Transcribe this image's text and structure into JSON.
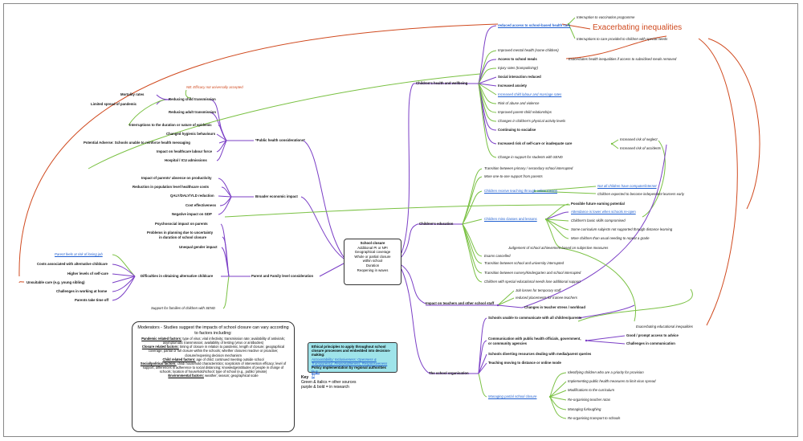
{
  "center": {
    "title": "School closure",
    "lines": [
      "Additional PI or NPI",
      "Geographical coverage",
      "Whole or partial closure",
      "within school",
      "Duration",
      "Reopening in waves"
    ]
  },
  "headline": "Exacerbating inequalities",
  "branches": {
    "public_health": "*Public health considerations*",
    "economic": "Broader economic impact",
    "parent_family": "Parent and Family level consideration",
    "health_wellbeing": "Children's health and wellbeing",
    "education": "Children's education",
    "teachers": "Impact on teachers and other school staff",
    "organisation": "The school organisation"
  },
  "public_health_nodes": {
    "na_efficacy": "NB: Efficacy not universally accepted",
    "reducing_child": "Reducing child transmission",
    "reducing_adult": "Reducing adult transmission",
    "mortality": "Mortality rates",
    "limited_spread": "Limited spread of pandemic",
    "interruptions": "Interruptions to the duration or nature of epidemic",
    "hygienic": "Changed hygienic behaviours",
    "potential_adverse": "Potential Adverse: Schools unable to reinforce health messaging",
    "labour_force": "Impact on healthcare labour force",
    "hospital": "Hospital / ICU admissions"
  },
  "economic_nodes": [
    "Impact of parents' absence on productivity",
    "Reduction in population level healthcare costs",
    "QALY/DALY/YLD reduction",
    "Cost effectiveness",
    "Negative impact on GDP"
  ],
  "parent_nodes": {
    "psychosocial": "Psychosocial impact on parents",
    "problems_planning_1": "Problems in planning due to uncertainty",
    "problems_planning_2": "in duration of school closure",
    "gender": "Unequal gender impact",
    "difficulties": "Difficulties in obtaining alternative childcare",
    "support_send": "Support for families of children with SEND"
  },
  "childcare_nodes": {
    "leaving_job": "Parent feels at risk of losing job",
    "costs": "Costs associated with alternative childcare",
    "self_care": "Higher levels of self-care",
    "unsuitable": "Unsuitable care (e.g. young sibling)",
    "challenges": "Challenges in working at home",
    "time_off": "Parents take time off"
  },
  "health_nodes": {
    "reduced_access": "reduced access to school-based health care",
    "vaccination": "Interruption to vaccination programme",
    "special_needs": "Interruptions to care provided to children with special needs",
    "mental_health": "Improved mental health  (some children)",
    "school_meals": "Access to school meals",
    "meals_note": "Exacerbates health inequalities if access to subsidised meals removed",
    "injury": "Injury rates (trampolining!)",
    "social": "Social interaction reduced",
    "anxiety": "Increased anxiety",
    "screen": "Increased child labour and marriage rates",
    "abuse": "Risk of abuse and violence",
    "relationships": "Improved parent-child relationships",
    "activity": "Changes in children's physical activity levels",
    "socialise": "Continuing to socialise",
    "self_care": "Increased risk of self-care or inadequate care",
    "neglect": "Increased risk of neglect",
    "accidents": "Increased risk of accidents",
    "send_support": "Change in support for students with SEND"
  },
  "education_nodes": {
    "transition_primary": "Transition between primary / secondary school interrupted",
    "one_to_one": "More one-to-one support from parents",
    "online": "Children receive teaching through online means",
    "no_computer": "Not all children have computer/internet",
    "independent": "Children expected to become independent learners early",
    "future_earning": "Possible future earning potential",
    "miss_classes": "Children miss classes and lessons",
    "attendance": "Attendance is lower when schools re-open",
    "basic_skills": "Children's basic skills compromised",
    "curriculum": "Some curriculum subjects not supported through distance learning",
    "repeat": "More children than usual needing to repeat a grade",
    "judgement": "Judgement of school achievement  based on subjective measures",
    "exams": "Exams cancelled",
    "transition_uni": "Transition between school and university interrupted",
    "transition_nursery": "Transition between nursery/kindergarten and school interrupted",
    "send_additional": "Children with special educational needs lose additional support"
  },
  "teacher_nodes": {
    "job_losses": "Job losses for temporary staff",
    "placements": "reduced placements for trainee teachers",
    "stress": "Changes in teacher stress / workload"
  },
  "org_nodes": {
    "unable_communicate": "Schools unable to communicate with all children/parents",
    "exacerbating_edu": "Exacerbating educational inequalities",
    "communication_1": "Communication with public health officials, government,",
    "communication_2": "or community agencies",
    "good_prompt": "Good / prompt access to advice",
    "challenges_comm": "Challenges in communication",
    "diverting": "Schools diverting resources dealing with media/parent queries",
    "teaching_distance": "Teaching moving to distance or online mode",
    "managing": "Managing partial school closure",
    "identifying": "Identifying children who are a priority for provision",
    "implementing": "Implementing public health measures to limit virus spread",
    "modifications": "Modifications to the curriculum",
    "reorganising": "Re-organising teacher rotas",
    "furloughing": "Managing furloughing",
    "transport": "Re-organising transport to schools"
  },
  "moderators": {
    "heading": "Moderators - Studies suggest the impacts of school closure can vary according to factors including:",
    "items": [
      {
        "label": "Pandemic related factors:",
        "text": "type of virus; viral infectivity; transmission rate; availability of antivirals; asymptomatic transmission; availability of testing (virus or antibodies)"
      },
      {
        "label": "Closure related factors:",
        "text": "timing of closure in relation to pandemic, length of closure; geographical coverage; partial or full closure within the schools; whether closures reactive or proactive; closure/reopening decision mechanism"
      },
      {
        "label": "Child related factors:",
        "text": "age of child; continued meeting outside school"
      },
      {
        "label": "Social/political factors:",
        "text": "child/ household characteristics; scepticism of intervention efficacy; level of support; differences in adherence to social distancing; knowledge/attitudes of people in charge of schools; location of household/school; type of school (e.g., public/ private)"
      },
      {
        "label": "Environmental factors:",
        "text": "weather; season; geographical scale"
      }
    ]
  },
  "ethics": {
    "heading": "Ethical principles to apply throughout school closure processes and embedded into decision-making:",
    "principles": "Accountability; Inclusiveness; Openness & Transparency; Reasonableness; Responsiveness",
    "policy": "Policy implementation by regional authorities",
    "policy_example": "(e.g.,",
    "policy_example_2": "2)"
  },
  "key": {
    "title": "Key",
    "line1": "Green & italics = other sources",
    "line2": "purple & bold = in research"
  },
  "colors": {
    "purple": "#7b3fc6",
    "green": "#7ac143",
    "red": "#d04a1f",
    "teal_box": "#9fe4ea",
    "link_blue": "#1f5fd0"
  }
}
